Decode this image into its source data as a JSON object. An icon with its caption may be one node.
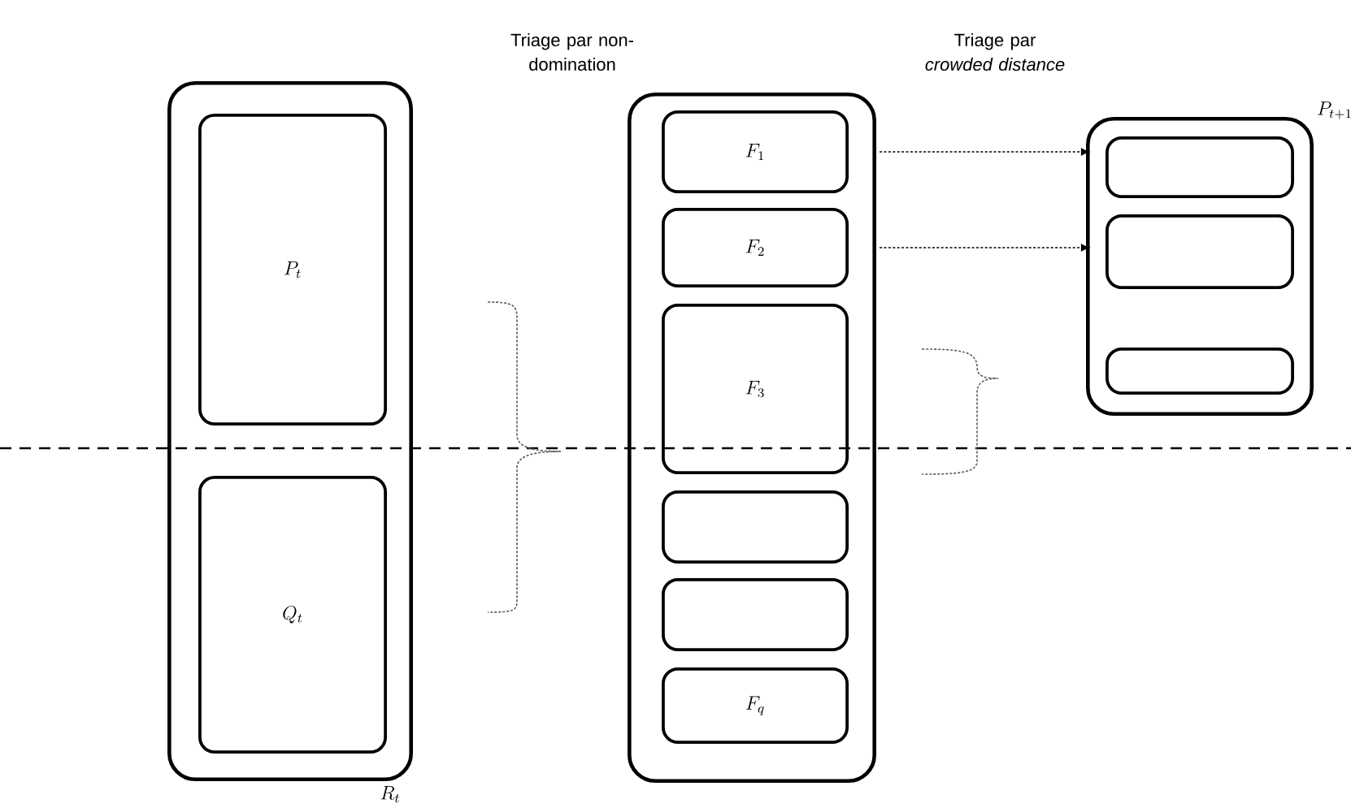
{
  "diagram": {
    "nodes": [
      {
        "text": [
          "R_t"
        ]
      },
      {
        "text": [
          "P_t"
        ],
        "in": 0
      },
      {
        "text": [
          "Q_t"
        ],
        "in": 0
      },
      {
        "text": [],
        "shape": "box"
      },
      {
        "text": [
          "F_1"
        ],
        "in": 3
      },
      {
        "text": [
          "F_2"
        ],
        "in": 3
      },
      {
        "text": [
          "F_3"
        ],
        "in": 3
      },
      {
        "text": [],
        "shape": "box",
        "in": 3
      },
      {
        "text": [],
        "shape": "box",
        "in": 3
      },
      {
        "text": [
          "F_q"
        ],
        "in": 3
      },
      {
        "text": [
          "P_{t+1}"
        ]
      },
      {
        "text": [],
        "shape": "box",
        "in": 10
      },
      {
        "text": [],
        "shape": "box",
        "in": 10
      },
      {
        "text": [],
        "shape": "box",
        "in": 10
      }
    ],
    "edges": [
      {
        "from": 4,
        "to": 11,
        "arrow": "to",
        "style": "dashed"
      },
      {
        "from": 5,
        "to": 12,
        "arrow": "to",
        "style": "dashed"
      }
    ],
    "labels": [
      "Triage par non-domination",
      "Triage par *crowded distance*"
    ]
  }
}
